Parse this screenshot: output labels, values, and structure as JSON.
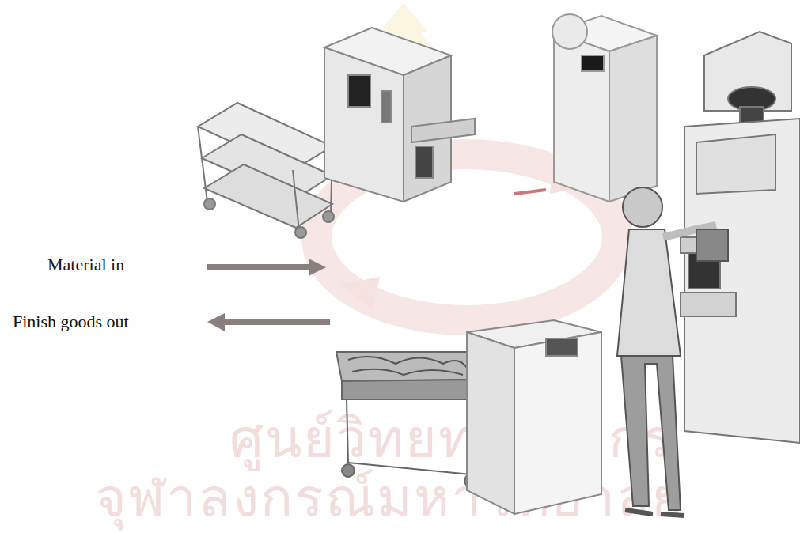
{
  "diagram": {
    "labels": [
      "Material in",
      "Finish goods out",
      "ศูนย์วิทยทรัพยากร",
      "จุฬาลงกรณ์มหาวิทยาลัย"
    ]
  }
}
